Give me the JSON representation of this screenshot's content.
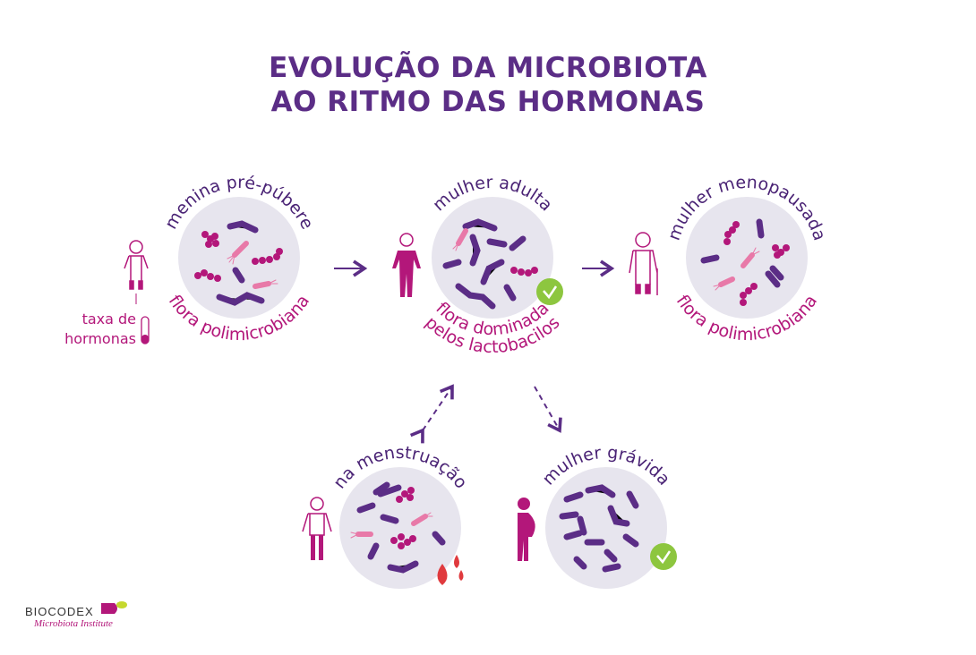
{
  "title": {
    "line1": "EVOLUÇÃO DA MICROBIOTA",
    "line2": "AO RITMO DAS HORMONAS"
  },
  "stages": [
    {
      "label": "menina pré-púbere",
      "flora": "flora polimicrobiana"
    },
    {
      "label": "mulher adulta",
      "flora_line1": "flora dominada",
      "flora_line2": "pelos lactobacilos"
    },
    {
      "label": "mulher menopausada",
      "flora": "flora polimicrobiana"
    },
    {
      "label": "na menstruação"
    },
    {
      "label": "mulher grávida"
    }
  ],
  "hormone_legend": {
    "line1": "taxa de",
    "line2": "hormonas"
  },
  "logo": {
    "brand": "BIOCODEX",
    "subtitle": "Microbiota Institute"
  },
  "colors": {
    "purple": "#5b2d86",
    "magenta": "#b3177a",
    "pink": "#e879a8",
    "circle": "#e7e5ee",
    "yellow": "#fbbf16",
    "green": "#8dc63f",
    "blood": "#e03a3e"
  }
}
